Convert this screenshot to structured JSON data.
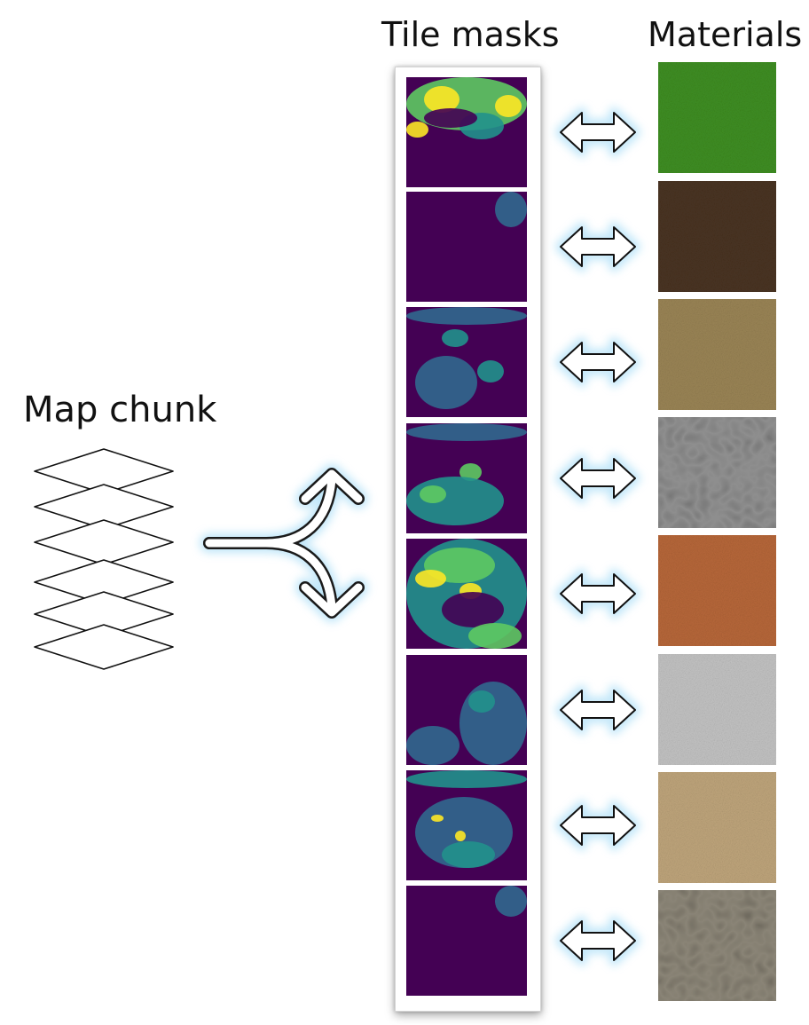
{
  "titles": {
    "tile_masks": "Tile masks",
    "materials": "Materials",
    "map_chunk": "Map chunk"
  },
  "colors": {
    "mask_background": "#440154",
    "mask_mid": "#31688e",
    "mask_teal": "#21918c",
    "mask_green": "#5ec962",
    "mask_yellow": "#fde725",
    "arrow_glow": "#8fd3f4"
  },
  "materials": [
    "grass",
    "dark soil",
    "dry grass",
    "cracked stone",
    "red clay",
    "rock",
    "sand",
    "cobblestone"
  ],
  "chunk_layers": 6
}
